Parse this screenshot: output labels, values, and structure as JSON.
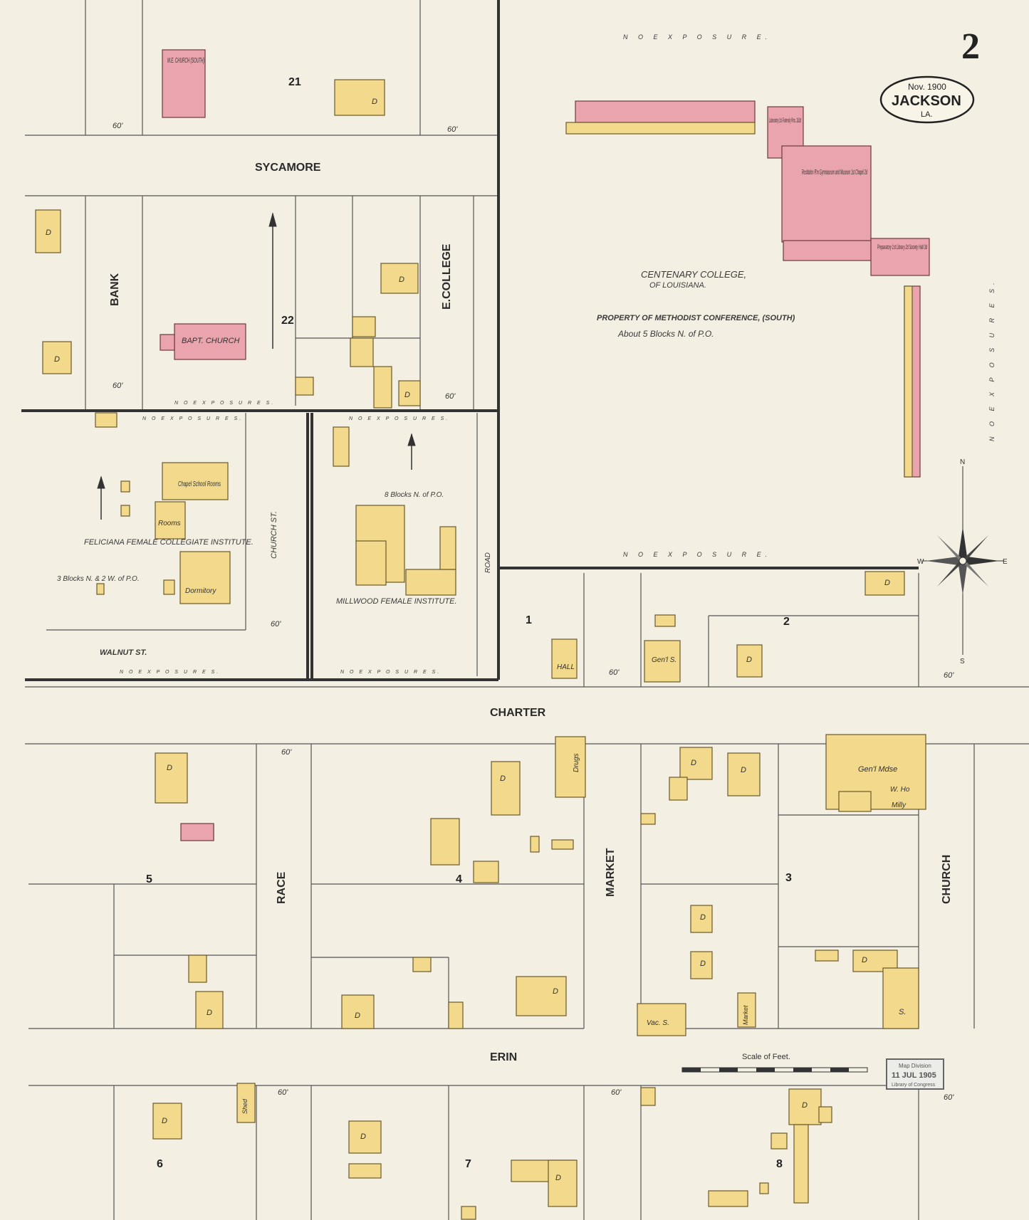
{
  "sheet_number": "2",
  "cartouche": {
    "date": "Nov. 1900",
    "town": "JACKSON",
    "state": "LA."
  },
  "streets": {
    "sycamore": "SYCAMORE",
    "bank": "BANK",
    "e_college": "E.COLLEGE",
    "charter": "CHARTER",
    "erin": "ERIN",
    "race": "RACE",
    "market": "MARKET",
    "church": "CHURCH",
    "church_st": "CHURCH ST.",
    "walnut": "WALNUT  ST.",
    "road": "ROAD"
  },
  "blocks": [
    "21",
    "22",
    "1",
    "2",
    "5",
    "4",
    "3",
    "6",
    "7",
    "8"
  ],
  "institutions": {
    "college_name": "CENTENARY COLLEGE,",
    "college_state": "OF LOUISIANA.",
    "college_owner": "PROPERTY OF METHODIST CONFERENCE, (SOUTH)",
    "college_distance": "About 5 Blocks N. of P.O.",
    "feliciana": "FELICIANA FEMALE COLLEGIATE INSTITUTE.",
    "feliciana_distance": "3 Blocks N. & 2 W. of P.O.",
    "millwood": "MILLWOOD FEMALE INSTITUTE.",
    "millwood_distance": "8 Blocks N. of P.O."
  },
  "buildings": {
    "me_church": "M.E. CHURCH (SOUTH)",
    "bapt_church": "BAPT. CHURCH",
    "laboratory": "Laboratory 1st Fraternity Rms. 2&3d",
    "recitation": "Recitation R'm Gymnaseum and Museum 1st Chapel 2d",
    "preparatory": "Preparatory 1st Library 2d Society Hall 3d",
    "chapel": "Chapel School Rooms",
    "rooms": "Rooms",
    "dormitory": "Dormitory",
    "hall": "HALL",
    "gen_s": "Gen'l S.",
    "drugs": "Drugs",
    "gen_mdse": "Gen'l Mdse",
    "w_ho": "W. Ho",
    "milly": "Milly",
    "vac_s": "Vac. S.",
    "market": "Market",
    "shed": "Shed",
    "s": "S.",
    "d": "D"
  },
  "annotations": {
    "no_exposure": "N O   E X P O S U R E.",
    "no_exposures": "N O   E X P O S U R E S.",
    "width_60": "60'",
    "scale_title": "Scale of Feet.",
    "stamp_line1": "Map Division",
    "stamp_line2": "11 JUL 1905",
    "stamp_line3": "Library of Congress"
  },
  "compass": {
    "n": "N",
    "s": "S",
    "e": "E",
    "w": "W"
  },
  "colors": {
    "frame": "#f3d98c",
    "brick": "#eaa4ad",
    "paper": "#f3efe3",
    "ink": "#333333"
  }
}
